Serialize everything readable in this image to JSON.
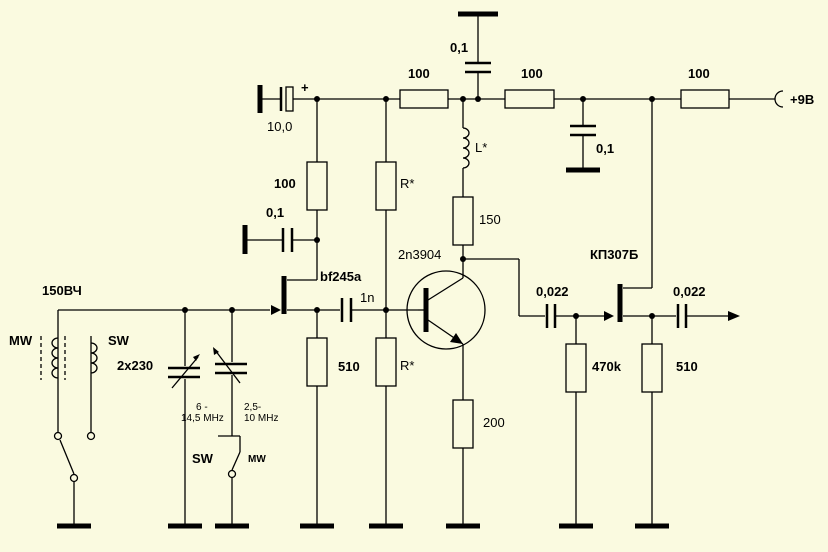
{
  "labels": {
    "supply": "+9B",
    "r_in_top": "100",
    "r_mid_top": "100",
    "r_right_top": "100",
    "c_top": "0,1",
    "c_right_dec": "0,1",
    "c_electrolytic": "10,0",
    "electrolytic_plus": "+",
    "inductor": "L*",
    "r_collector": "150",
    "r_gate_series": "100",
    "c_gate_dec": "0,1",
    "jfet1": "bf245a",
    "r_bias_upper": "R*",
    "bjt": "2n3904",
    "c_coupling_1": "1n",
    "r_source_1": "510",
    "r_bias_lower": "R*",
    "r_emitter": "200",
    "c_coupling_2": "0,022",
    "r_gate_2": "470k",
    "jfet2": "КП307Б",
    "c_out": "0,022",
    "r_source_2": "510",
    "antenna": "150ВЧ",
    "coil_mw": "MW",
    "coil_sw": "SW",
    "var_cap": "2x230",
    "range_sw_a": "6 -",
    "range_sw_b": "14,5 MHz",
    "range_mw_a": "2,5-",
    "range_mw_b": "10 MHz",
    "switch_sw": "SW",
    "switch_mw": "MW"
  }
}
